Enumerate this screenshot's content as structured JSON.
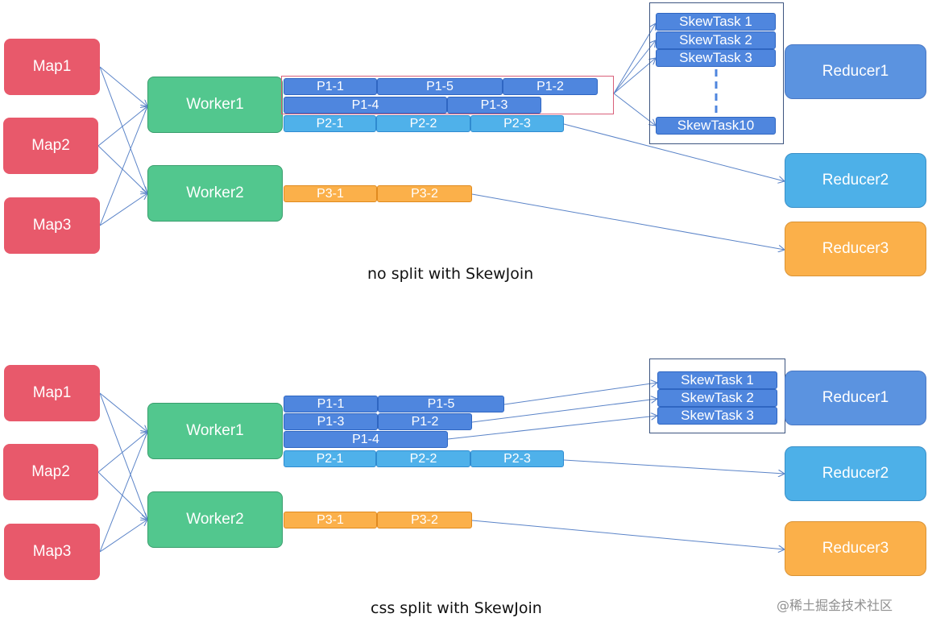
{
  "top": {
    "maps": [
      "Map1",
      "Map2",
      "Map3"
    ],
    "workers": [
      "Worker1",
      "Worker2"
    ],
    "partitions": {
      "p1_1": "P1-1",
      "p1_5": "P1-5",
      "p1_2": "P1-2",
      "p1_4": "P1-4",
      "p1_3": "P1-3",
      "p2_1": "P2-1",
      "p2_2": "P2-2",
      "p2_3": "P2-3",
      "p3_1": "P3-1",
      "p3_2": "P3-2"
    },
    "skew_tasks": [
      "SkewTask 1",
      "SkewTask 2",
      "SkewTask 3",
      "SkewTask10"
    ],
    "reducers": [
      "Reducer1",
      "Reducer2",
      "Reducer3"
    ],
    "caption": "no split with SkewJoin"
  },
  "bottom": {
    "maps": [
      "Map1",
      "Map2",
      "Map3"
    ],
    "workers": [
      "Worker1",
      "Worker2"
    ],
    "partitions": {
      "p1_1": "P1-1",
      "p1_5": "P1-5",
      "p1_3": "P1-3",
      "p1_2": "P1-2",
      "p1_4": "P1-4",
      "p2_1": "P2-1",
      "p2_2": "P2-2",
      "p2_3": "P2-3",
      "p3_1": "P3-1",
      "p3_2": "P3-2"
    },
    "skew_tasks": [
      "SkewTask 1",
      "SkewTask 2",
      "SkewTask 3"
    ],
    "reducers": [
      "Reducer1",
      "Reducer2",
      "Reducer3"
    ],
    "caption": "css split with SkewJoin"
  },
  "watermark": "@稀土掘金技术社区",
  "colors": {
    "map": "#e8596b",
    "worker": "#52c78e",
    "partition_p1": "#4f86de",
    "partition_p2": "#4fb1ea",
    "partition_p3": "#fbb04a",
    "reducer1": "#5b93e0",
    "reducer2": "#4db0e8",
    "reducer3": "#fbb04a",
    "wire": "#5b84c8",
    "highlight": "#d9607a"
  }
}
